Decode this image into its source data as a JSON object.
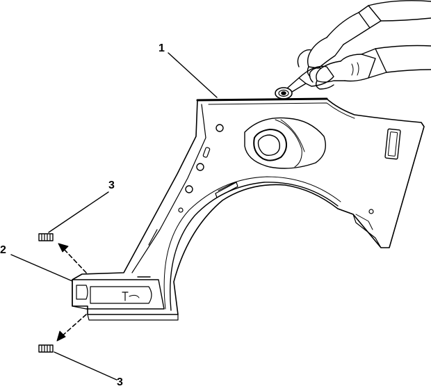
{
  "callouts": {
    "quarter_panel": "1",
    "rocker_extension": "2",
    "upper_insert": "3",
    "lower_insert": "3"
  },
  "colors": {
    "ink": "#000000",
    "paper": "#ffffff"
  }
}
